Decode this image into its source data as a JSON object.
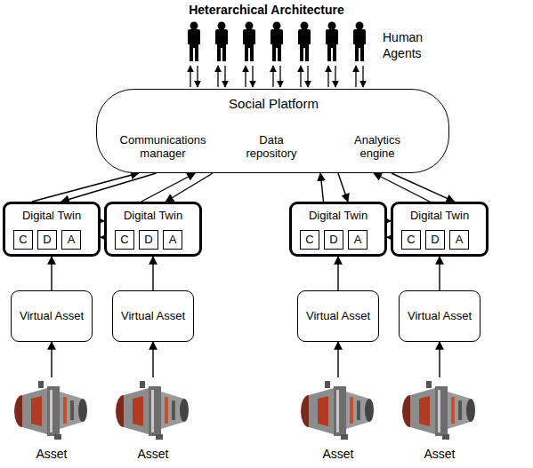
{
  "diagram": {
    "title": "Heterarchical Architecture",
    "nodes": [
      {
        "text": [
          "Social Platform",
          "Communications manager",
          "Data repository",
          "Analytics engine"
        ]
      },
      {
        "text": [
          "Digital Twin"
        ]
      },
      {
        "text": [
          "C"
        ],
        "in": 1
      },
      {
        "text": [
          "D"
        ],
        "in": 1
      },
      {
        "text": [
          "A"
        ],
        "in": 1
      },
      {
        "text": [
          "Digital Twin"
        ]
      },
      {
        "text": [
          "C"
        ],
        "in": 5
      },
      {
        "text": [
          "D"
        ],
        "in": 5
      },
      {
        "text": [
          "A"
        ],
        "in": 5
      },
      {
        "text": [
          "Digital Twin"
        ]
      },
      {
        "text": [
          "C"
        ],
        "in": 9
      },
      {
        "text": [
          "D"
        ],
        "in": 9
      },
      {
        "text": [
          "A"
        ],
        "in": 9
      },
      {
        "text": [
          "Digital Twin"
        ]
      },
      {
        "text": [
          "C"
        ],
        "in": 13
      },
      {
        "text": [
          "D"
        ],
        "in": 13
      },
      {
        "text": [
          "A"
        ],
        "in": 13
      },
      {
        "text": [
          "Virtual Asset"
        ]
      },
      {
        "text": [
          "Virtual Asset"
        ]
      },
      {
        "text": [
          "Virtual Asset"
        ]
      },
      {
        "text": [
          "Virtual Asset"
        ]
      },
      {
        "text": [
          "Asset"
        ]
      },
      {
        "text": [
          "Asset"
        ]
      },
      {
        "text": [
          "Asset"
        ]
      },
      {
        "text": [
          "Asset"
        ]
      }
    ],
    "edges": [
      {
        "from": 1,
        "to": 0,
        "arrow": "to"
      },
      {
        "from": 0,
        "to": 1,
        "arrow": "to"
      },
      {
        "from": 5,
        "to": 0,
        "arrow": "to"
      },
      {
        "from": 0,
        "to": 5,
        "arrow": "to"
      },
      {
        "from": 9,
        "to": 0,
        "arrow": "to"
      },
      {
        "from": 0,
        "to": 9,
        "arrow": "to"
      },
      {
        "from": 13,
        "to": 0,
        "arrow": "to"
      },
      {
        "from": 0,
        "to": 13,
        "arrow": "to"
      },
      {
        "from": 1,
        "to": 5,
        "arrow": "to"
      },
      {
        "from": 5,
        "to": 1,
        "arrow": "to"
      },
      {
        "from": 9,
        "to": 13,
        "arrow": "to"
      },
      {
        "from": 13,
        "to": 9,
        "arrow": "to"
      },
      {
        "from": 17,
        "to": 1,
        "arrow": "to"
      },
      {
        "from": 18,
        "to": 5,
        "arrow": "to"
      },
      {
        "from": 19,
        "to": 9,
        "arrow": "to"
      },
      {
        "from": 20,
        "to": 13,
        "arrow": "to"
      },
      {
        "from": 21,
        "to": 17,
        "arrow": "to"
      },
      {
        "from": 22,
        "to": 18,
        "arrow": "to"
      },
      {
        "from": 23,
        "to": 19,
        "arrow": "to"
      },
      {
        "from": 24,
        "to": 20,
        "arrow": "to"
      }
    ],
    "labels": [
      "Human Agents"
    ]
  }
}
